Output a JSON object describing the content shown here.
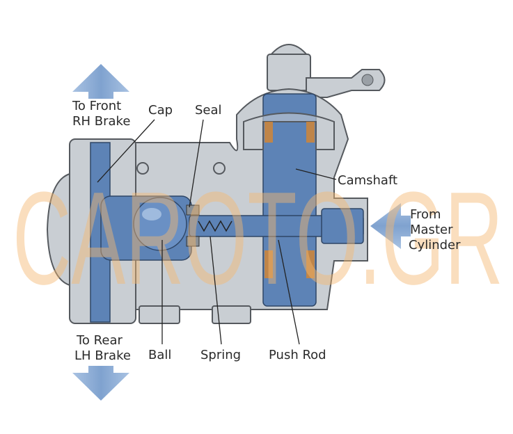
{
  "labels": {
    "to_front_1": "To Front",
    "to_front_2": "RH Brake",
    "cap": "Cap",
    "seal": "Seal",
    "camshaft": "Camshaft",
    "from_1": "From",
    "from_2": "Master",
    "from_3": "Cylinder",
    "to_rear_1": "To Rear",
    "to_rear_2": "LH Brake",
    "ball": "Ball",
    "spring": "Spring",
    "push_rod": "Push Rod"
  },
  "watermark": "CAROTO.GR",
  "colors": {
    "body": "#c9ced3",
    "fluid": "#5d83b6",
    "arrow": "#8fb0d8",
    "watermark": "#f6b870"
  }
}
